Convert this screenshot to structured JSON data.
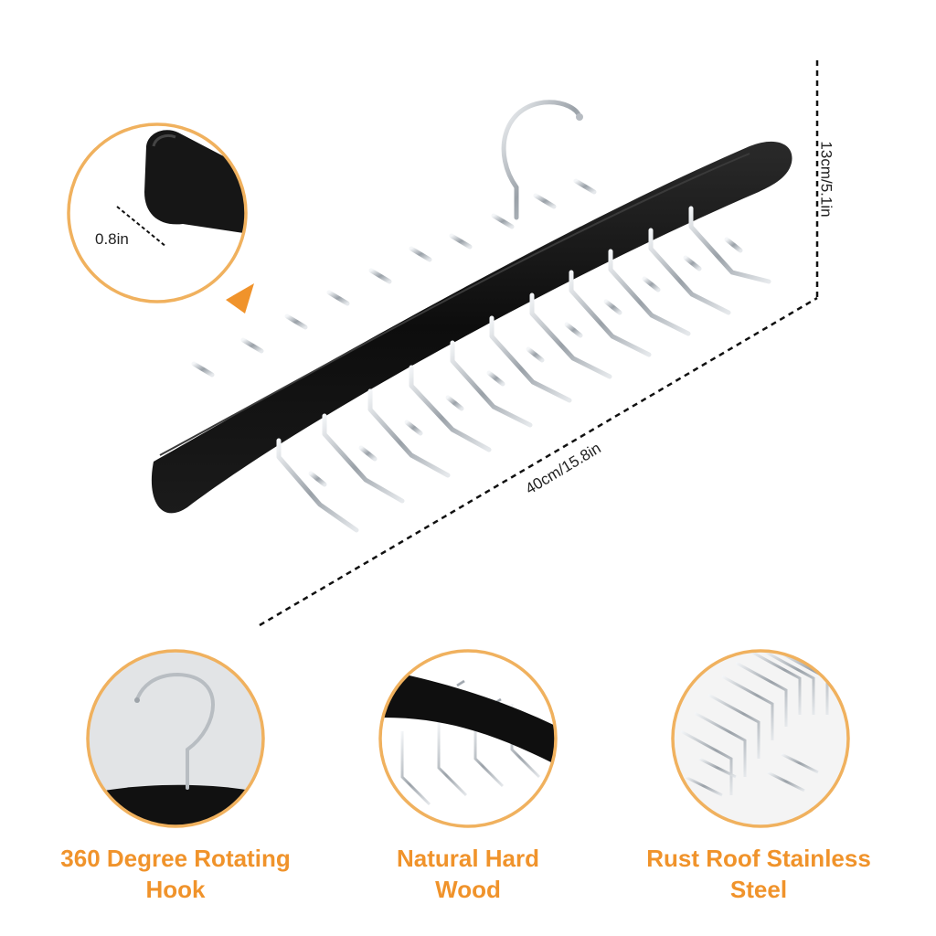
{
  "dimensions": {
    "thickness": "0.8in",
    "height": "13cm/5.1in",
    "length": "40cm/15.8in"
  },
  "features": [
    {
      "icon": "hook-icon",
      "line1": "360 Degree Rotating",
      "line2": "Hook"
    },
    {
      "icon": "wood-bar-icon",
      "line1": "Natural Hard",
      "line2": "Wood"
    },
    {
      "icon": "steel-hooks-icon",
      "line1": "Rust Roof Stainless",
      "line2": "Steel"
    }
  ],
  "colors": {
    "accent": "#f0932b",
    "wood": "#111111",
    "steel": "#c7ccd2"
  }
}
